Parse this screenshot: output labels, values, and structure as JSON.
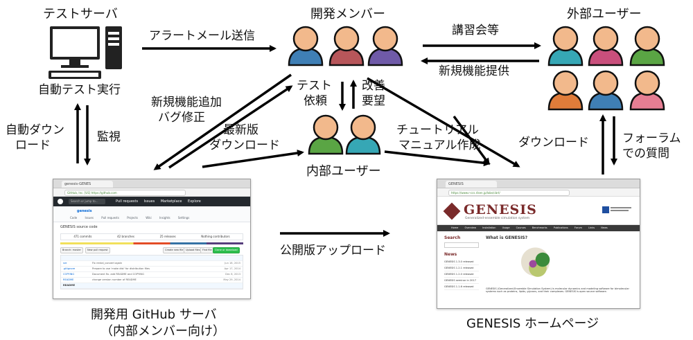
{
  "nodes": {
    "test_server": "テストサーバ",
    "dev_members": "開発メンバー",
    "external_users": "外部ユーザー",
    "internal_users": "内部ユーザー",
    "github_server": "開発用 GitHub サーバ",
    "github_server_note": "（内部メンバー向け）",
    "genesis_homepage": "GENESIS ホームページ"
  },
  "edges": {
    "alert_mail": "アラートメール送信",
    "lecture": "講習会等",
    "new_features": "新規機能提供",
    "auto_test": "自動テスト実行",
    "auto_download_1": "自動ダウン",
    "auto_download_2": "ロード",
    "monitor": "監視",
    "feature_add_1": "新規機能追加",
    "feature_add_2": "バグ修正",
    "test_request_1": "テスト",
    "test_request_2": "依頼",
    "improve_1": "改善",
    "improve_2": "要望",
    "latest_download_1": "最新版",
    "latest_download_2": "ダウンロード",
    "tutorial_1": "チュートリアル",
    "tutorial_2": "マニュアル作成",
    "download": "ダウンロード",
    "forum_1": "フォーラム",
    "forum_2": "での質問",
    "public_upload": "公開版アップロード"
  },
  "people_colors": {
    "dev": [
      "#3f7fb5",
      "#b7565a",
      "#6f5aa8"
    ],
    "internal": [
      "#5aa544",
      "#36a7b5"
    ],
    "external_top": [
      "#36a7b5",
      "#c94f7c",
      "#5aa544"
    ],
    "external_bottom": [
      "#e07c3a",
      "#3f7fb5",
      "#e67e93"
    ],
    "skin": "#f2b98c"
  },
  "github_shot": {
    "tab": "genesis-GENES",
    "url": "GitHub, Inc. [US] https://github.com",
    "search": "Search or jump to...",
    "nav": [
      "Pull requests",
      "Issues",
      "Marketplace",
      "Explore"
    ],
    "repo": "genesis",
    "tabs": [
      "Code",
      "Issues",
      "Pull requests",
      "Projects",
      "Wiki",
      "Insights",
      "Settings"
    ],
    "desc": "GENESIS source code",
    "stats": [
      "471 commits",
      "42 branches",
      "25 releases",
      "Nothing contributors"
    ],
    "branch": "Branch: master",
    "new_pr": "New pull request",
    "buttons": [
      "Create new file",
      "Upload files",
      "Find file",
      "Clone or download"
    ],
    "rows": [
      {
        "name": "sre",
        "msg": "Fix rental_convert again",
        "date": "Jun 18, 2015"
      },
      {
        "name": ".gitignore",
        "msg": "Prepare to use 'make dist' for distribution files",
        "date": "Apr 17, 2014"
      },
      {
        "name": "COPYING",
        "msg": "Document fix. add README and COPYING",
        "date": "Dec 8, 2013"
      },
      {
        "name": "README",
        "msg": "change version number of README",
        "date": "May 29, 2014"
      }
    ],
    "readme": "README"
  },
  "genesis_shot": {
    "tab": "GENESIS",
    "url": "https://www.r-ccs.riken.jp/labs/cbrt/",
    "title": "GENESIS",
    "subtitle": "Generalized-ensemble simulation system",
    "menu": [
      "Home",
      "Overview",
      "Installation",
      "Usage",
      "Courses",
      "Benchmarks",
      "Publications",
      "Forum",
      "Links",
      "News"
    ],
    "search": "Search",
    "news_title": "News",
    "news": [
      "GENESIS 1.3.0 released",
      "GENESIS 1.2.1 released",
      "GENESIS 1.2.0 released",
      "GENESIS seminar in 2017",
      "GENESIS 1.1.6 released"
    ],
    "heading": "What is GENESIS?",
    "body": "GENESIS (Generalized-Ensemble Simulation System) is molecular dynamics and modeling software for bimolecular systems such as proteins, lipids, glycans, and their complexes. GENESIS is open source software."
  }
}
